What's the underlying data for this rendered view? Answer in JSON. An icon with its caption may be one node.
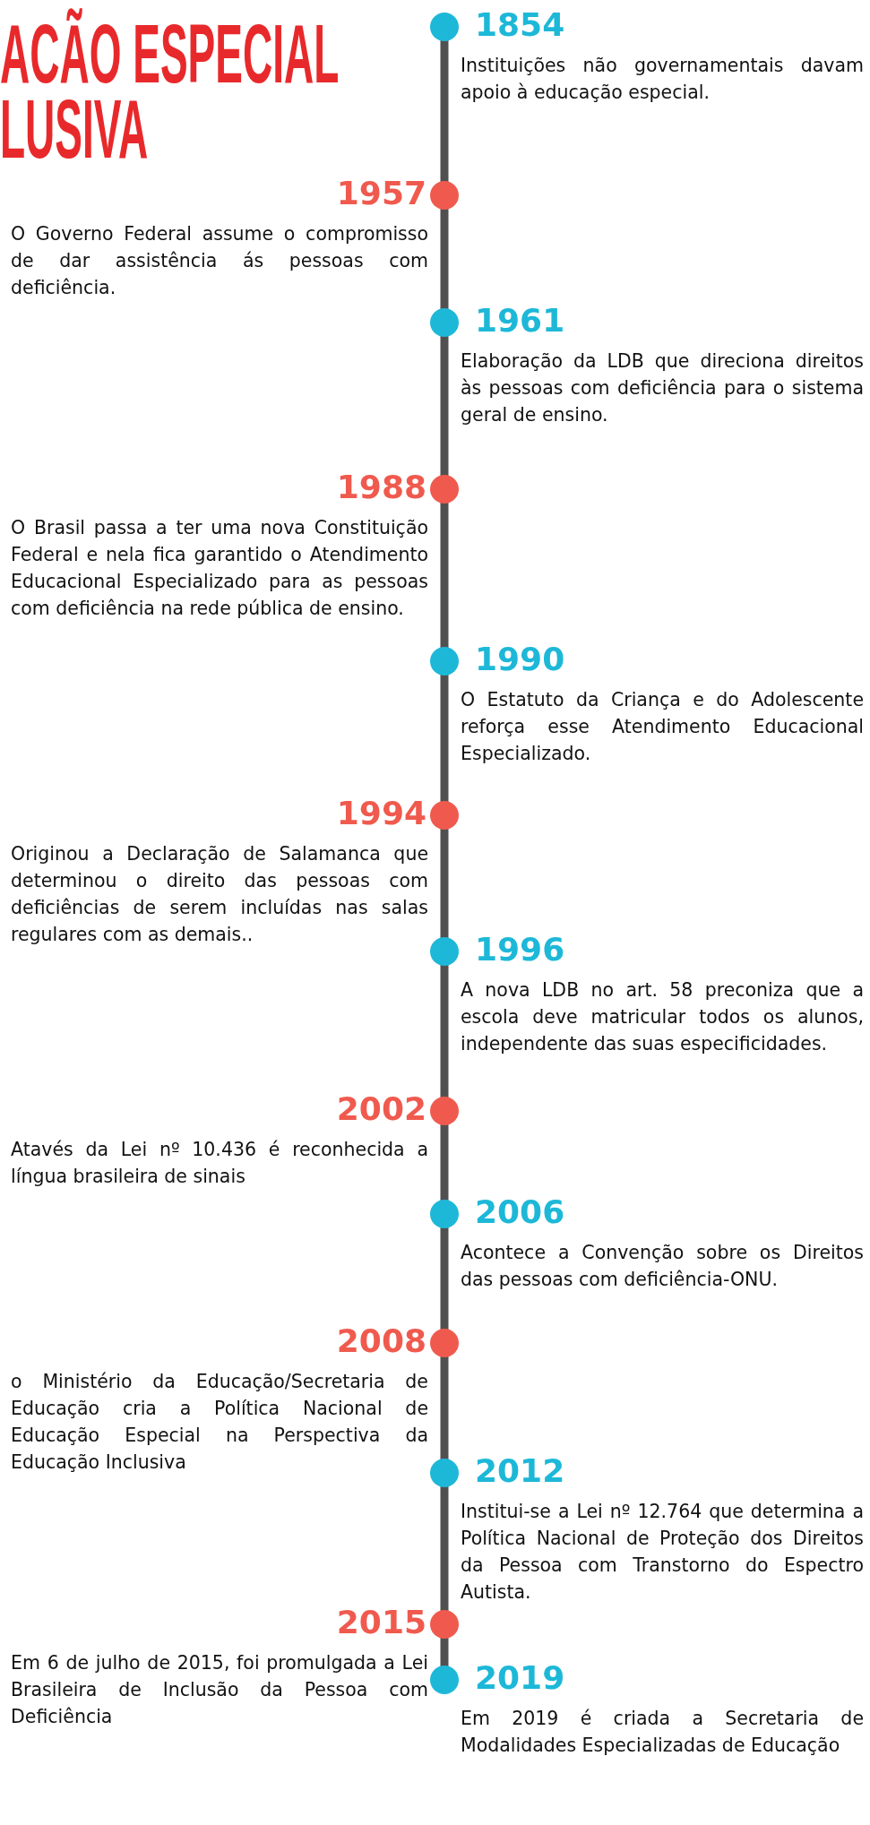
{
  "diagram": {
    "title": "ACÃO ESPECIAL LUSIVA",
    "nodes": [
      {
        "text": [
          "1854",
          "Instituições não governamentais davam apoio à educação especial."
        ]
      },
      {
        "text": [
          "1957",
          "O Governo Federal assume o compromisso de dar assistência ás pessoas com deficiência."
        ]
      },
      {
        "text": [
          "1961",
          "Elaboração da LDB que direciona direitos às pessoas com deficiência para o sistema geral de ensino."
        ]
      },
      {
        "text": [
          "1988",
          "O Brasil passa a ter uma nova Constituição Federal e nela fica garantido o Atendimento Educacional Especializado para as pessoas com deficiência na rede pública de ensino."
        ]
      },
      {
        "text": [
          "1990",
          "O Estatuto da Criança e do Adolescente reforça esse Atendimento Educacional Especializado."
        ]
      },
      {
        "text": [
          "1994",
          "Originou a Declaração de Salamanca que determinou o direito das pessoas com deficiências de serem incluídas nas salas regulares com as demais.."
        ]
      },
      {
        "text": [
          "1996",
          "A nova LDB no art. 58 preconiza que a escola deve matricular todos os alunos, independente das suas especificidades."
        ]
      },
      {
        "text": [
          "2002",
          "Atavés da Lei  nº 10.436 é reconhecida a língua brasileira de sinais"
        ]
      },
      {
        "text": [
          "2006",
          "Acontece a Convenção sobre os Direitos das pessoas com deficiência-ONU."
        ]
      },
      {
        "text": [
          "2008",
          "o Ministério da Educação/Secretaria de Educação cria a Política Nacional de Educação Especial na Perspectiva da Educação Inclusiva"
        ]
      },
      {
        "text": [
          "2012",
          "Institui-se a Lei nº 12.764 que determina a Política Nacional de Proteção dos Direitos da Pessoa com Transtorno do Espectro Autista."
        ]
      },
      {
        "text": [
          "2015",
          "Em 6 de julho de 2015, foi promulgada a Lei Brasileira de Inclusão da Pessoa com Deficiência"
        ]
      },
      {
        "text": [
          "2019",
          "Em 2019 é criada a Secretaria de Modalidades Especializadas de Educação"
        ]
      }
    ]
  }
}
